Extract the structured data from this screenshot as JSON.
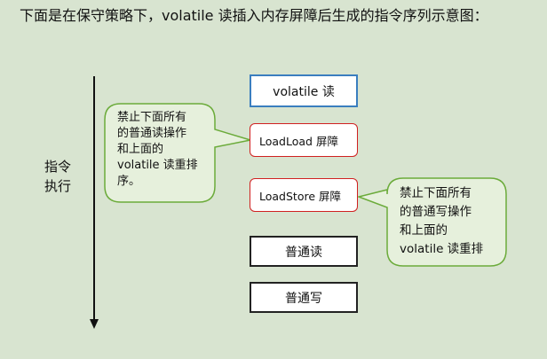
{
  "title": "下面是在保守策略下，volatile 读插入内存屏障后生成的指令序列示意图：",
  "axis_label": {
    "line1": "指令",
    "line2": "执行"
  },
  "boxes": {
    "volatile_read": "volatile 读",
    "loadload_barrier": "LoadLoad 屏障",
    "loadstore_barrier": "LoadStore 屏障",
    "normal_read": "普通读",
    "normal_write": "普通写"
  },
  "callouts": {
    "loadload_note": [
      "禁止下面所有",
      "的普通读操作",
      "和上面的",
      "volatile 读重排",
      "序。"
    ],
    "loadstore_note": [
      "禁止下面所有",
      "的普通写操作",
      "和上面的",
      "volatile 读重排"
    ]
  },
  "colors": {
    "background": "#d8e4d0",
    "callout_fill": "#e6f0dc",
    "callout_border": "#6bab3a",
    "barrier_border": "#d02020",
    "volatile_border": "#3a7ebf",
    "op_border": "#222222"
  }
}
